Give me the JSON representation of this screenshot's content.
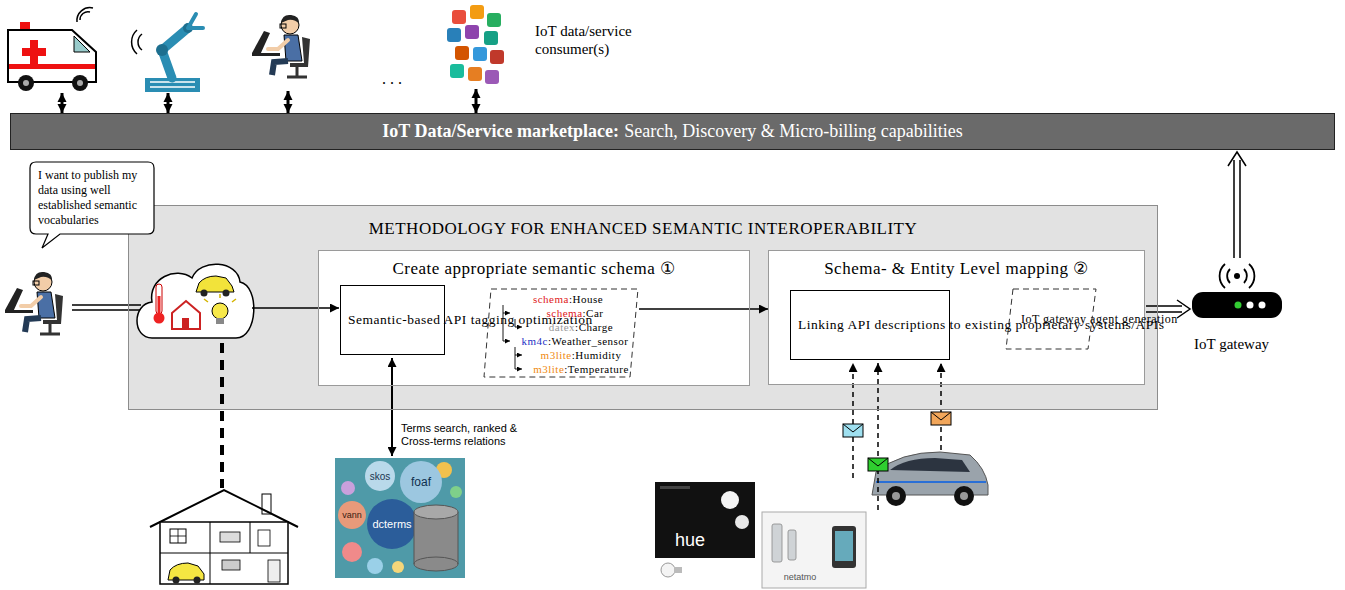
{
  "diagram": {
    "nodes": [
      {
        "text": [
          "IoT Data/Service marketplace:",
          "Search, Discovery & Micro-billing capabilities"
        ]
      },
      {
        "text": [
          "I want to publish my data using well established semantic vocabularies"
        ]
      },
      {
        "text": [
          "METHODOLOGY FOR ENHANCED SEMANTIC INTEROPERABILITY"
        ]
      },
      {
        "text": [
          "Create appropriate semantic schema ①"
        ],
        "in": 2
      },
      {
        "text": [
          "Semantic-based API tagging optimization"
        ],
        "in": 3
      },
      {
        "text": [
          "schema:House",
          "schema:Car",
          "datex:Charge",
          "km4c:Weather_sensor",
          "m3lite:Humidity",
          "m3lite:Temperature"
        ],
        "in": 3
      },
      {
        "text": [
          "Schema- & Entity Level mapping ②"
        ],
        "in": 2
      },
      {
        "text": [
          "Linking API descriptions to existing proprietary systems/APIs"
        ],
        "in": 6
      },
      {
        "text": [
          "IoT gateway agent generation"
        ],
        "in": 6
      }
    ],
    "edges": [
      {
        "from": 5,
        "to": 6,
        "arrow": "to"
      }
    ],
    "labels": [
      "IoT data/service consumer(s)",
      ". . .",
      "Terms search, ranked & Cross-terms relations",
      "IoT gateway",
      "skos",
      "foaf",
      "vann",
      "dcterms",
      "hue",
      "netatmo"
    ]
  }
}
